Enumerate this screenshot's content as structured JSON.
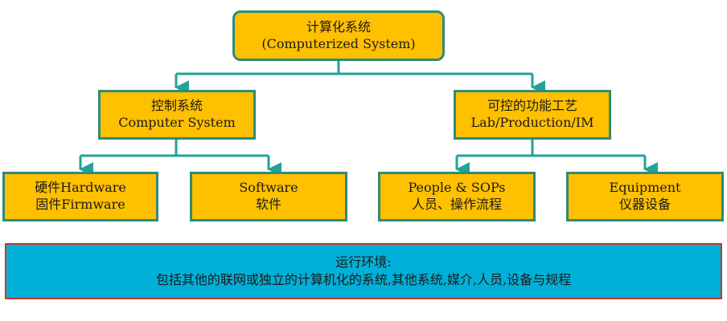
{
  "root": {
    "line1": "计算化系统",
    "line2": "(Computerized System)"
  },
  "branches": [
    {
      "line1": "控制系统",
      "line2": "Computer System",
      "children": [
        {
          "line1": "硬件Hardware",
          "line2": "固件Firmware"
        },
        {
          "line1": "Software",
          "line2": "软件"
        }
      ]
    },
    {
      "line1": "可控的功能工艺",
      "line2": "Lab/Production/IM",
      "children": [
        {
          "line1": "People & SOPs",
          "line2": "人员、操作流程"
        },
        {
          "line1": "Equipment",
          "line2": "仪器设备"
        }
      ]
    }
  ],
  "environment": {
    "line1": "运行环境:",
    "line2": "包括其他的联网或独立的计算机化的系统,其他系统,媒介,人员,设备与规程"
  },
  "colors": {
    "node_fill": "#FFC000",
    "node_border": "#2E8B7A",
    "connector": "#1FA39A",
    "env_fill": "#00B0D8",
    "env_border": "#C0392B"
  }
}
